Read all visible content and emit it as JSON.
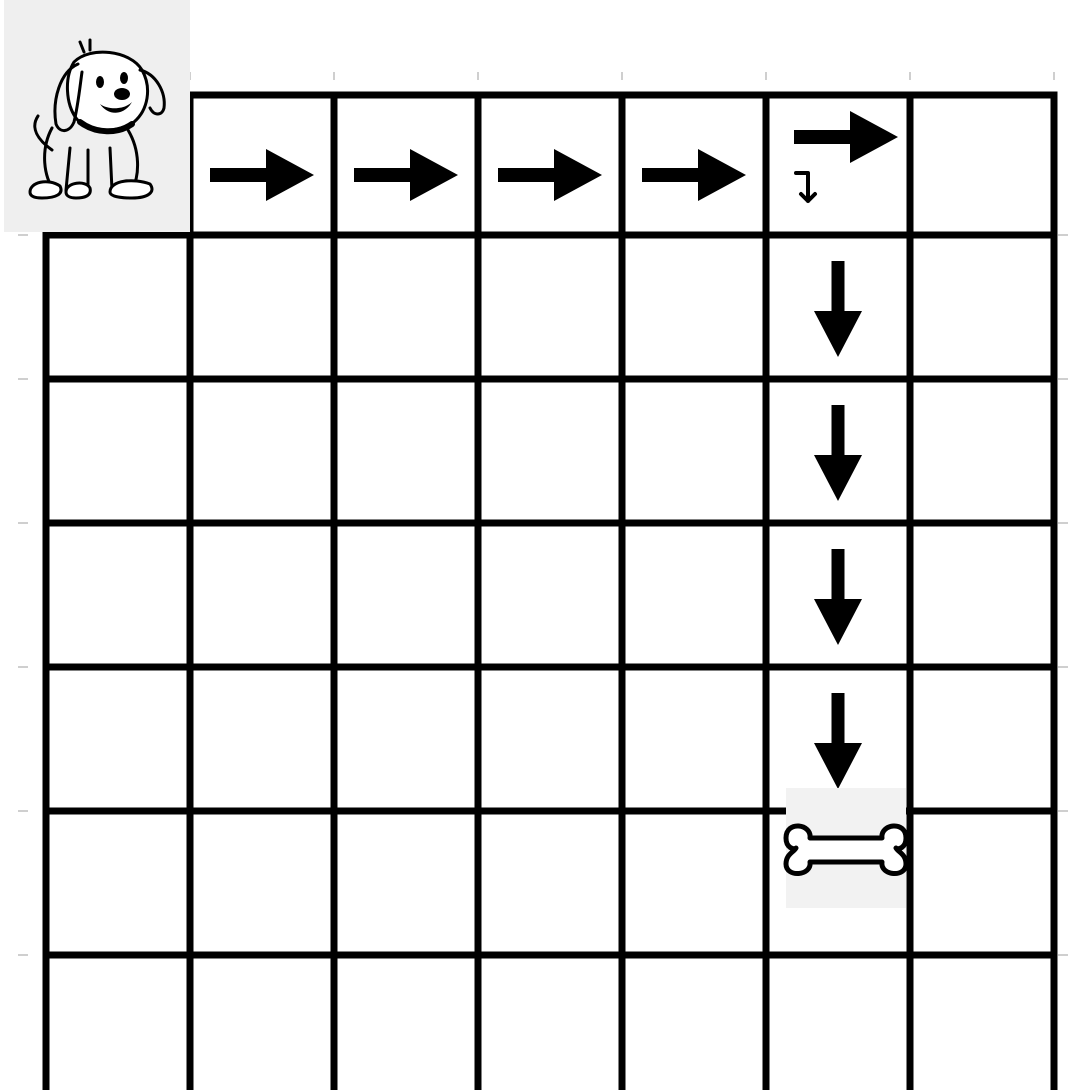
{
  "grid": {
    "rows": 7,
    "cols": 7,
    "cell_fill": "#ffffff",
    "line_color": "#000000",
    "start": {
      "row": 0,
      "col": 0,
      "occupant": "dog"
    },
    "goal": {
      "row": 5,
      "col": 5,
      "occupant": "bone"
    },
    "arrows": [
      {
        "row": 0,
        "col": 1,
        "direction": "right"
      },
      {
        "row": 0,
        "col": 2,
        "direction": "right"
      },
      {
        "row": 0,
        "col": 3,
        "direction": "right"
      },
      {
        "row": 0,
        "col": 4,
        "direction": "right"
      },
      {
        "row": 0,
        "col": 5,
        "direction": "right"
      },
      {
        "row": 0,
        "col": 5,
        "direction": "turn-down",
        "size": "small"
      },
      {
        "row": 1,
        "col": 5,
        "direction": "down"
      },
      {
        "row": 2,
        "col": 5,
        "direction": "down"
      },
      {
        "row": 3,
        "col": 5,
        "direction": "down"
      },
      {
        "row": 4,
        "col": 5,
        "direction": "down"
      }
    ]
  },
  "icons": {
    "dog": "dog-icon",
    "bone": "bone-icon"
  }
}
